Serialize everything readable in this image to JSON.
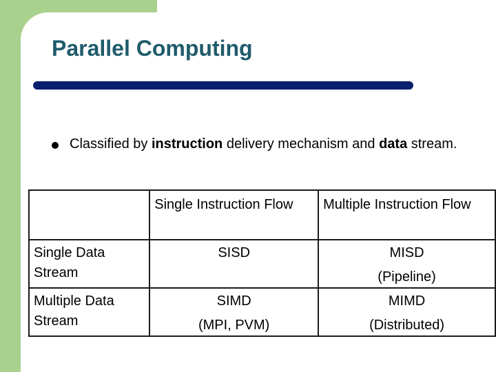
{
  "slide": {
    "title": "Parallel Computing",
    "bullet": {
      "parts": [
        {
          "text": "Classified by ",
          "bold": false
        },
        {
          "text": "instruction",
          "bold": true
        },
        {
          "text": " delivery mechanism and ",
          "bold": false
        },
        {
          "text": "data",
          "bold": true
        },
        {
          "text": " stream.",
          "bold": false
        }
      ]
    },
    "table": {
      "col_headers": [
        "",
        "Single Instruction Flow",
        "Multiple Instruction Flow"
      ],
      "rows": [
        {
          "header": "Single Data Stream",
          "cells": [
            {
              "main": "SISD",
              "sub": ""
            },
            {
              "main": "MISD",
              "sub": "(Pipeline)"
            }
          ]
        },
        {
          "header": "Multiple Data Stream",
          "cells": [
            {
              "main": "SIMD",
              "sub": "(MPI, PVM)"
            },
            {
              "main": "MIMD",
              "sub": "(Distributed)"
            }
          ]
        }
      ]
    }
  },
  "colors": {
    "accent_green": "#a9d18e",
    "title_color": "#1f5b6b",
    "title_bar": "#0a1f6e"
  }
}
